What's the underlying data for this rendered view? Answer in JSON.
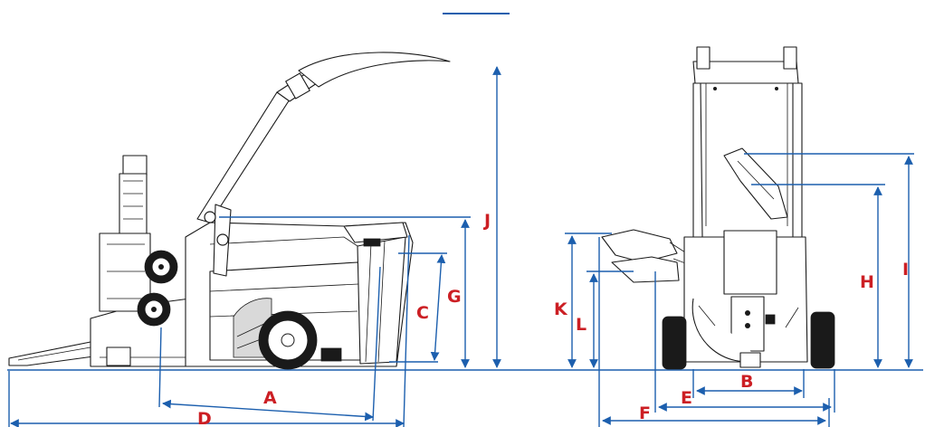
{
  "colors": {
    "dimension_line": "#1c5fae",
    "dimension_label": "#cc1f24",
    "drawing": "#1a1a1a"
  },
  "dimensions": {
    "A": "A",
    "B": "B",
    "C": "C",
    "D": "D",
    "E": "E",
    "F": "F",
    "G": "G",
    "H": "H",
    "I": "I",
    "J": "J",
    "K": "K",
    "L": "L"
  }
}
